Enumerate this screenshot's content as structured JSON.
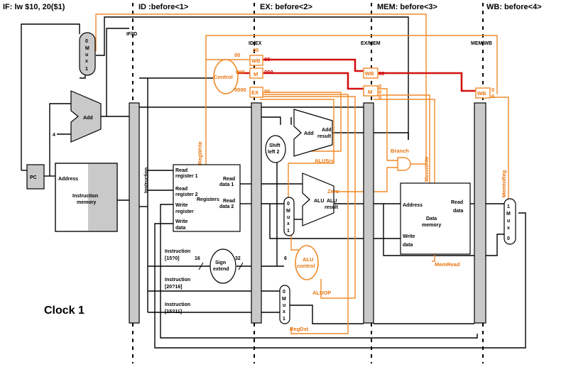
{
  "stages": {
    "if": "IF: lw $10, 20($1)",
    "id": "ID :before<1>",
    "ex": "EX: before<2>",
    "mem": "MEM: before<3>",
    "wb": "WB: before<4>"
  },
  "registers": {
    "if_id": "IF/ID",
    "id_ex": "ID/EX",
    "ex_mem": "EX/MEM",
    "mem_wb": "MEM/WB"
  },
  "clock": "Clock 1",
  "blocks": {
    "pc": "PC",
    "add_pc": "Add",
    "const_four": "4",
    "imem_address": "Address",
    "imem_title1": "Instruction",
    "imem_title2": "memory",
    "instruction_vertical": "Instruction",
    "reg_rr1a": "Read",
    "reg_rr1b": "register 1",
    "reg_rr2a": "Read",
    "reg_rr2b": "register 2",
    "reg_wra": "Write",
    "reg_wrb": "register",
    "reg_wda": "Write",
    "reg_wdb": "data",
    "reg_title": "Registers",
    "reg_rd1a": "Read",
    "reg_rd1b": "data 1",
    "reg_rd2a": "Read",
    "reg_rd2b": "data 2",
    "instr_15_0a": "Instruction",
    "instr_15_0b": "[15?0]",
    "instr_20_16a": "Instruction",
    "instr_20_16b": "[20?16]",
    "instr_15_11a": "Instruction",
    "instr_15_11b": "[15?11]",
    "sign_extend_a": "Sign",
    "sign_extend_b": "extend",
    "bits_16": "16",
    "bits_32": "32",
    "bits_6": "6",
    "shift_a": "Shift",
    "shift_b": "left 2",
    "add_branch": "Add",
    "add_result_a": "Add",
    "add_result_b": "result",
    "alu": "ALU",
    "alu_result_a": "ALU",
    "alu_result_b": "result",
    "zero": "Zero",
    "alu_control_a": "ALU",
    "alu_control_b": "control",
    "dmem_address": "Address",
    "dmem_title1": "Data",
    "dmem_title2": "memory",
    "dmem_read_a": "Read",
    "dmem_read_b": "data",
    "dmem_write_a": "Write",
    "dmem_write_b": "data",
    "control": "Control",
    "mux_digits_top": [
      "0",
      "M",
      "u",
      "x",
      "1"
    ],
    "mux_digits_alu": [
      "0",
      "M",
      "u",
      "x",
      "1"
    ],
    "mux_digits_regdst": [
      "0",
      "M",
      "u",
      "x",
      "1"
    ],
    "mux_digits_wb": [
      "1",
      "M",
      "u",
      "x",
      "0"
    ]
  },
  "control_fields": {
    "wb": "WB",
    "m": "M",
    "ex": "EX",
    "wb_bits_ctrl": "00",
    "m_bits_ctrl": "000",
    "ex_bits_ctrl": "0000",
    "idex_wb_bits": "00",
    "idex_m_bits": "000",
    "idex_ex_bits": "00",
    "exmem_wb_bits": "00",
    "exmem_m_bits": "0",
    "exmem_m_bits2": "0",
    "exmem_m_bits3": "0",
    "memwb_bits1": "0",
    "memwb_bits2": "0",
    "exmem_wb_label": "WB",
    "exmem_m_label": "M",
    "memwb_wb_label": "WB",
    "idex_wb_top_bits": "00",
    "idex_wb_label_bits": "00"
  },
  "signals": {
    "regwrite": "RegWrite",
    "alusrc": "ALUSrc",
    "branch": "Branch",
    "memwrite": "MemWrite",
    "memtoreg": "MemtoReg",
    "memread": "MemRead",
    "aluop": "ALUOP",
    "regdst": "RegDst"
  },
  "colors": {
    "control_orange": "#ef8a2a",
    "control_path_red": "#d41111",
    "pipeline_register": "#c9c9c9"
  }
}
